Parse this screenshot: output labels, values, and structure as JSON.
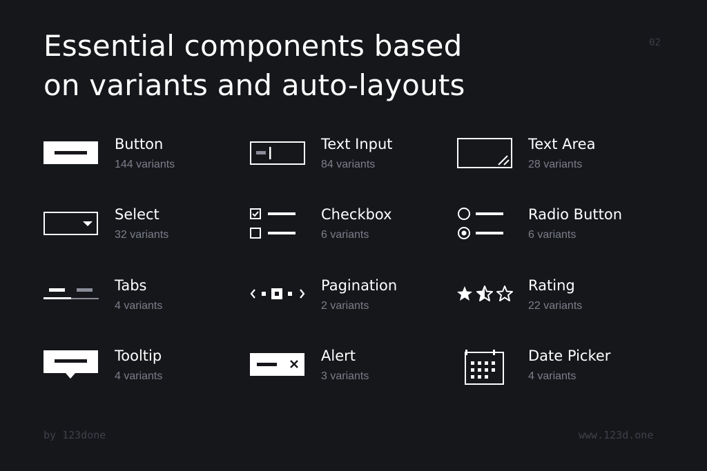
{
  "header": {
    "title_line1": "Essential components based",
    "title_line2": "on variants and auto-layouts",
    "page_number": "02"
  },
  "components": [
    {
      "name": "Button",
      "count": "144 variants",
      "icon": "button-icon"
    },
    {
      "name": "Text Input",
      "count": "84 variants",
      "icon": "text-input-icon"
    },
    {
      "name": "Text Area",
      "count": "28 variants",
      "icon": "text-area-icon"
    },
    {
      "name": "Select",
      "count": "32 variants",
      "icon": "select-icon"
    },
    {
      "name": "Checkbox",
      "count": "6 variants",
      "icon": "checkbox-icon"
    },
    {
      "name": "Radio Button",
      "count": "6 variants",
      "icon": "radio-button-icon"
    },
    {
      "name": "Tabs",
      "count": "4 variants",
      "icon": "tabs-icon"
    },
    {
      "name": "Pagination",
      "count": "2 variants",
      "icon": "pagination-icon"
    },
    {
      "name": "Rating",
      "count": "22 variants",
      "icon": "rating-icon"
    },
    {
      "name": "Tooltip",
      "count": "4 variants",
      "icon": "tooltip-icon"
    },
    {
      "name": "Alert",
      "count": "3 variants",
      "icon": "alert-icon"
    },
    {
      "name": "Date Picker",
      "count": "4 variants",
      "icon": "date-picker-icon"
    }
  ],
  "footer": {
    "author": "by 123done",
    "website": "www.123d.one"
  },
  "colors": {
    "background": "#16171b",
    "text": "#ffffff",
    "muted_text": "#7d7f8a",
    "icon_accent": "#8a8c98",
    "footer_text": "#3f414b"
  }
}
